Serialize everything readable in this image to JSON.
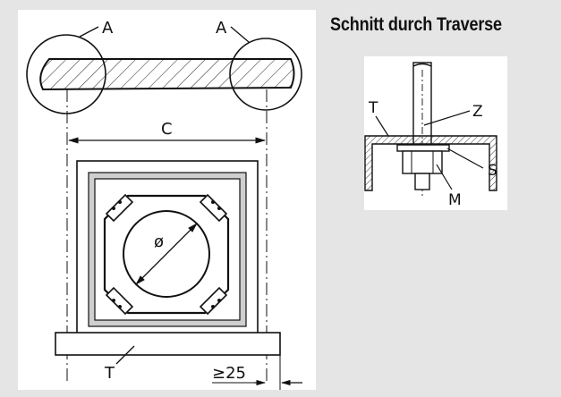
{
  "section_title": "Schnitt durch Traverse",
  "labels": {
    "detail_left": "A",
    "detail_right": "A",
    "dimension_c": "C",
    "diameter": "ø",
    "traverse": "T",
    "min_distance": "≥25",
    "section_t": "T",
    "section_z": "Z",
    "section_s": "S",
    "section_m": "M"
  },
  "colors": {
    "background": "#e5e5e5",
    "panel": "#ffffff",
    "line": "#1a1a1a",
    "frame_grey": "#b4b4b4"
  }
}
